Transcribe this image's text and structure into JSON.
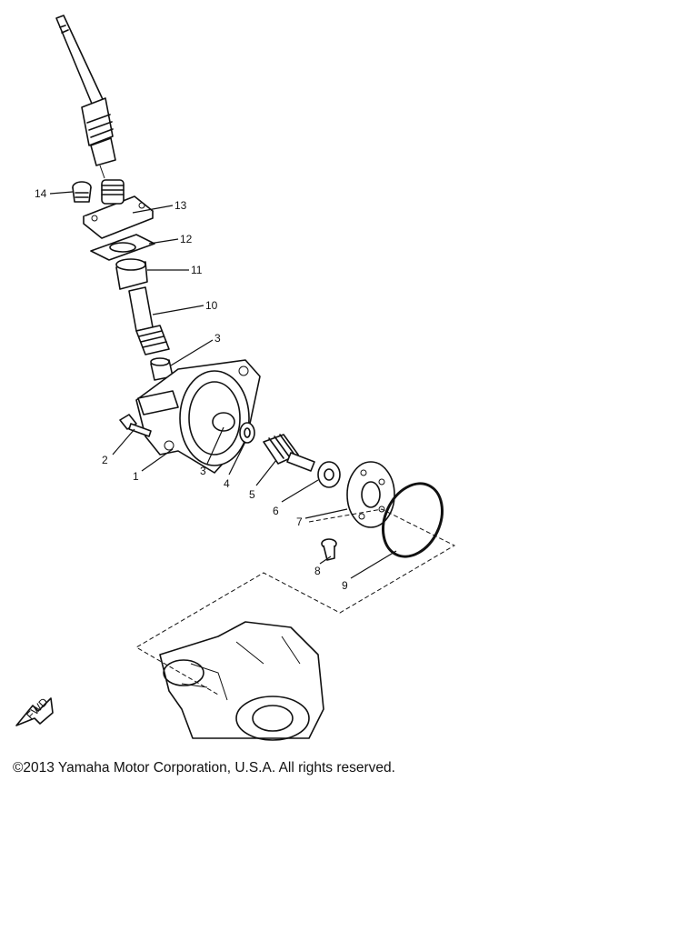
{
  "diagram": {
    "callouts": [
      {
        "id": "14",
        "text": "14"
      },
      {
        "id": "13",
        "text": "13"
      },
      {
        "id": "12",
        "text": "12"
      },
      {
        "id": "11",
        "text": "11"
      },
      {
        "id": "10",
        "text": "10"
      },
      {
        "id": "3a",
        "text": "3"
      },
      {
        "id": "2",
        "text": "2"
      },
      {
        "id": "1",
        "text": "1"
      },
      {
        "id": "3b",
        "text": "3"
      },
      {
        "id": "4",
        "text": "4"
      },
      {
        "id": "5",
        "text": "5"
      },
      {
        "id": "6",
        "text": "6"
      },
      {
        "id": "7",
        "text": "7"
      },
      {
        "id": "8",
        "text": "8"
      },
      {
        "id": "9",
        "text": "9"
      }
    ],
    "direction_marker": "FWD"
  },
  "footer": {
    "copyright": "©2013 Yamaha Motor Corporation, U.S.A. All rights reserved."
  }
}
